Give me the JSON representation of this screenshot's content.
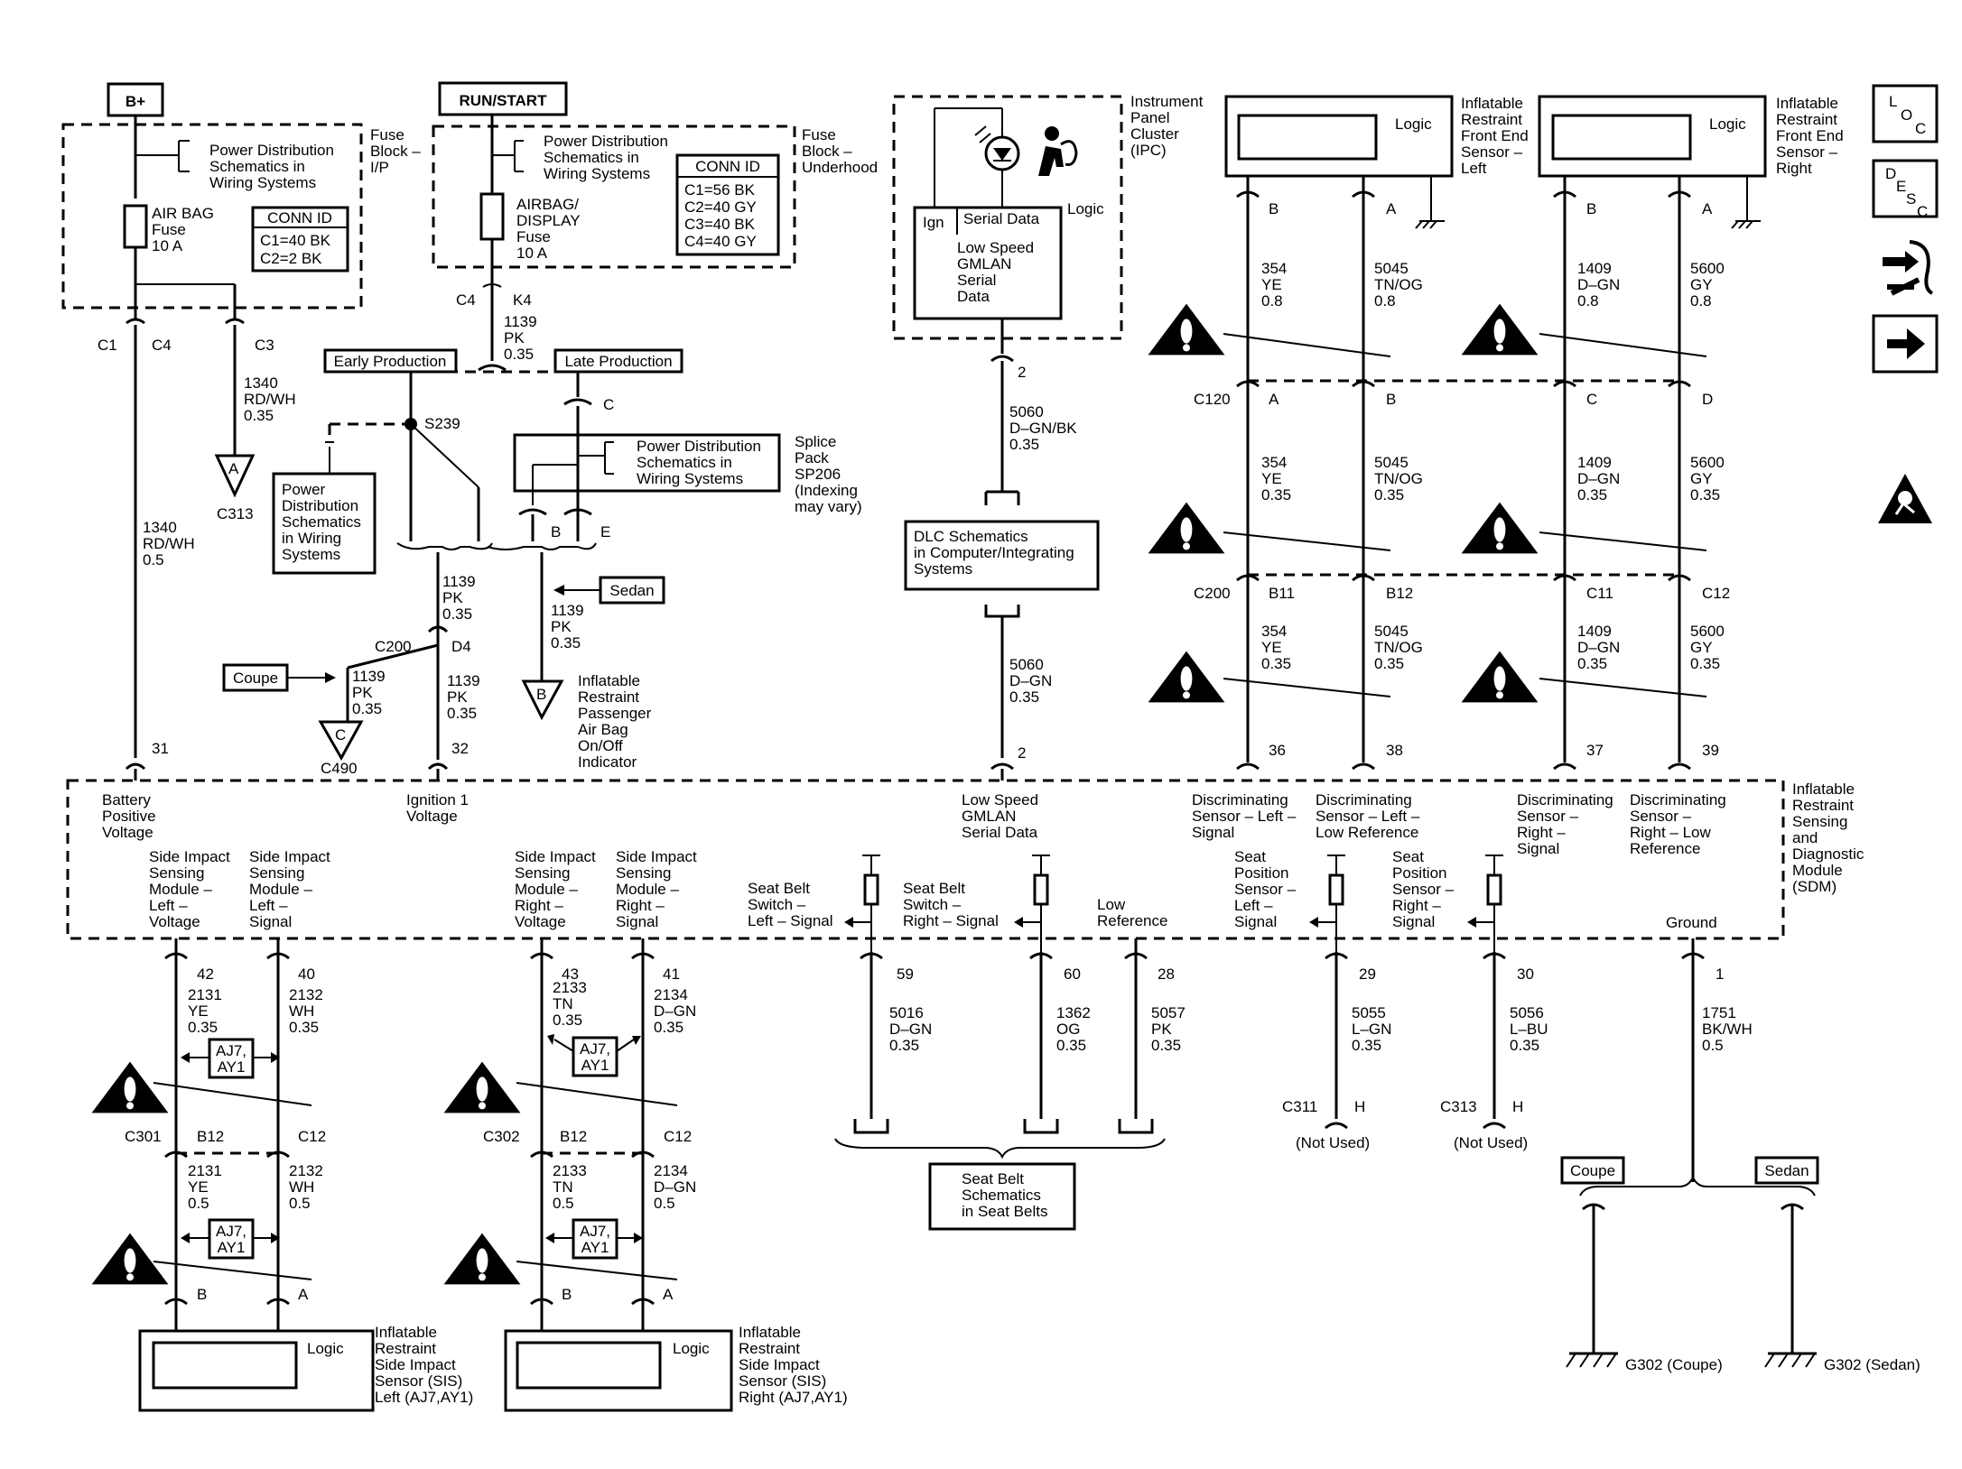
{
  "top": {
    "bplus": "B+",
    "runstart": "RUN/START",
    "pds_text": [
      "Power Distribution",
      "Schematics in",
      "Wiring Systems"
    ],
    "fuse_block_ip": [
      "Fuse",
      "Block –",
      "I/P"
    ],
    "fuse_block_uh": [
      "Fuse",
      "Block –",
      "Underhood"
    ],
    "airbag_fuse": [
      "AIR BAG",
      "Fuse",
      "10 A"
    ],
    "display_fuse": [
      "AIRBAG/",
      "DISPLAY",
      "Fuse",
      "10 A"
    ],
    "connid": "CONN ID",
    "conn_ip": [
      "C1=40 BK",
      "C2=2 BK"
    ],
    "conn_uh": [
      "C1=56 BK",
      "C2=40 GY",
      "C3=40 BK",
      "C4=40 GY"
    ],
    "early": "Early Production",
    "late": "Late Production",
    "splice_pack": [
      "Splice",
      "Pack",
      "SP206",
      "(Indexing",
      "may vary)"
    ],
    "s239": "S239",
    "pds_box": [
      "Power",
      "Distribution",
      "Schematics",
      "in Wiring",
      "Systems"
    ],
    "coupe": "Coupe",
    "sedan": "Sedan",
    "c313": "C313",
    "c490": "C490",
    "c200": "C200",
    "ipc": [
      "Instrument",
      "Panel",
      "Cluster",
      "(IPC)"
    ],
    "logic": "Logic",
    "ign": "Ign",
    "serial_data": "Serial Data",
    "low_speed_gmlan": [
      "Low Speed",
      "GMLAN",
      "Serial",
      "Data"
    ],
    "dlc": [
      "DLC Schematics",
      "in Computer/Integrating",
      "Systems"
    ],
    "passenger_indicator": [
      "Inflatable",
      "Restraint",
      "Passenger",
      "Air Bag",
      "On/Off",
      "Indicator"
    ],
    "sensor_left": [
      "Inflatable",
      "Restraint",
      "Front End",
      "Sensor –",
      "Left"
    ],
    "sensor_right": [
      "Inflatable",
      "Restraint",
      "Front End",
      "Sensor –",
      "Right"
    ]
  },
  "wires": {
    "w1340a": [
      "1340",
      "RD/WH",
      "0.35"
    ],
    "w1340b": [
      "1340",
      "RD/WH",
      "0.5"
    ],
    "w1139a": [
      "1139",
      "PK",
      "0.35"
    ],
    "w5060a": [
      "5060",
      "D–GN/BK",
      "0.35"
    ],
    "w5060b": [
      "5060",
      "D–GN",
      "0.35"
    ],
    "w354a": [
      "354",
      "YE",
      "0.8"
    ],
    "w354b": [
      "354",
      "YE",
      "0.35"
    ],
    "w5045a": [
      "5045",
      "TN/OG",
      "0.8"
    ],
    "w5045b": [
      "5045",
      "TN/OG",
      "0.35"
    ],
    "w1409a": [
      "1409",
      "D–GN",
      "0.8"
    ],
    "w1409b": [
      "1409",
      "D–GN",
      "0.35"
    ],
    "w5600a": [
      "5600",
      "GY",
      "0.8"
    ],
    "w5600b": [
      "5600",
      "GY",
      "0.35"
    ],
    "w2131a": [
      "2131",
      "YE",
      "0.35"
    ],
    "w2131b": [
      "2131",
      "YE",
      "0.5"
    ],
    "w2132a": [
      "2132",
      "WH",
      "0.35"
    ],
    "w2132b": [
      "2132",
      "WH",
      "0.5"
    ],
    "w2133a": [
      "2133",
      "TN",
      "0.35"
    ],
    "w2133b": [
      "2133",
      "TN",
      "0.5"
    ],
    "w2134a": [
      "2134",
      "D–GN",
      "0.35"
    ],
    "w2134b": [
      "2134",
      "D–GN",
      "0.5"
    ],
    "w5016": [
      "5016",
      "D–GN",
      "0.35"
    ],
    "w1362": [
      "1362",
      "OG",
      "0.35"
    ],
    "w5057": [
      "5057",
      "PK",
      "0.35"
    ],
    "w5055": [
      "5055",
      "L–GN",
      "0.35"
    ],
    "w5056": [
      "5056",
      "L–BU",
      "0.35"
    ],
    "w1751": [
      "1751",
      "BK/WH",
      "0.5"
    ]
  },
  "sdm": {
    "title": [
      "Inflatable",
      "Restraint",
      "Sensing",
      "and",
      "Diagnostic",
      "Module",
      "(SDM)"
    ],
    "battery": [
      "Battery",
      "Positive",
      "Voltage"
    ],
    "ignition": [
      "Ignition 1",
      "Voltage"
    ],
    "gmlan": [
      "Low Speed",
      "GMLAN",
      "Serial Data"
    ],
    "disc_left_sig": [
      "Discriminating",
      "Sensor – Left –",
      "Signal"
    ],
    "disc_left_ref": [
      "Discriminating",
      "Sensor – Left –",
      "Low Reference"
    ],
    "disc_right_sig": [
      "Discriminating",
      "Sensor –",
      "Right –",
      "Signal"
    ],
    "disc_right_ref": [
      "Discriminating",
      "Sensor –",
      "Right – Low",
      "Reference"
    ],
    "sis_lv": [
      "Side Impact",
      "Sensing",
      "Module –",
      "Left –",
      "Voltage"
    ],
    "sis_ls": [
      "Side Impact",
      "Sensing",
      "Module –",
      "Left –",
      "Signal"
    ],
    "sis_rv": [
      "Side Impact",
      "Sensing",
      "Module –",
      "Right –",
      "Voltage"
    ],
    "sis_rs": [
      "Side Impact",
      "Sensing",
      "Module –",
      "Right –",
      "Signal"
    ],
    "belt_left": [
      "Seat Belt",
      "Switch –",
      "Left – Signal"
    ],
    "belt_right": [
      "Seat Belt",
      "Switch –",
      "Right – Signal"
    ],
    "low_ref": [
      "Low",
      "Reference"
    ],
    "seat_left": [
      "Seat",
      "Position",
      "Sensor –",
      "Left –",
      "Signal"
    ],
    "seat_right": [
      "Seat",
      "Position",
      "Sensor –",
      "Right –",
      "Signal"
    ],
    "ground": "Ground"
  },
  "bottom": {
    "aj7": [
      "AJ7,",
      "AY1"
    ],
    "seat_belt_box": [
      "Seat Belt",
      "Schematics",
      "in Seat Belts"
    ],
    "not_used": "(Not Used)",
    "c301": "C301",
    "c302": "C302",
    "c311": "C311",
    "c313b": "C313",
    "sis_left": [
      "Inflatable",
      "Restraint",
      "Side Impact",
      "Sensor (SIS)",
      "Left (AJ7,AY1)"
    ],
    "sis_right": [
      "Inflatable",
      "Restraint",
      "Side Impact",
      "Sensor (SIS)",
      "Right (AJ7,AY1)"
    ],
    "g302_coupe": "G302 (Coupe)",
    "g302_sedan": "G302 (Sedan)"
  },
  "nav": {
    "loc": [
      "L",
      "O",
      "C"
    ],
    "desc": [
      "D",
      "E",
      "S",
      "C"
    ]
  }
}
